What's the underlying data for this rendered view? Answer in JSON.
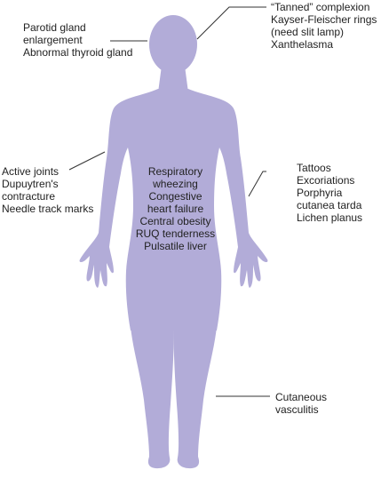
{
  "colors": {
    "body_fill": "#b2acd8",
    "leader_line": "#333333",
    "text": "#222222"
  },
  "labels": {
    "head_left": [
      "Parotid gland",
      "enlargement",
      "Abnormal thyroid gland"
    ],
    "head_right": [
      "“Tanned” complexion",
      "Kayser-Fleischer rings",
      "(need slit lamp)",
      "Xanthelasma"
    ],
    "hand_left": [
      "Active joints",
      "Dupuytren's",
      "contracture",
      "Needle track marks"
    ],
    "torso": [
      "Respiratory",
      "wheezing",
      "Congestive",
      "heart failure",
      "Central obesity",
      "RUQ tenderness",
      "Pulsatile liver"
    ],
    "arm_right": [
      "Tattoos",
      "Excoriations",
      "Porphyria",
      "cutanea tarda",
      "Lichen planus"
    ],
    "leg_right": [
      "Cutaneous",
      "vasculitis"
    ]
  }
}
